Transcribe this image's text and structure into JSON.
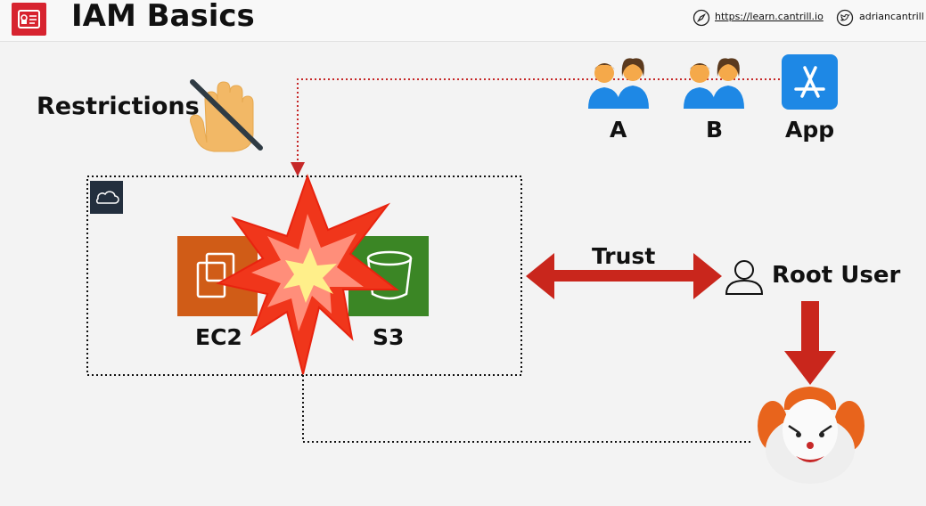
{
  "header": {
    "title": "IAM Basics",
    "website": "https://learn.cantrill.io",
    "twitter": "adriancantrill"
  },
  "diagram": {
    "restrictions_label": "Restrictions",
    "identity_a": "A",
    "identity_b": "B",
    "identity_app": "App",
    "ec2_label": "EC2",
    "s3_label": "S3",
    "trust_label": "Trust",
    "root_user_label": "Root User"
  },
  "colors": {
    "accent_red": "#d7232f",
    "ec2_orange": "#d05c17",
    "s3_green": "#3b8625",
    "app_blue": "#1e88e5",
    "trust_arrow": "#c9261c"
  }
}
